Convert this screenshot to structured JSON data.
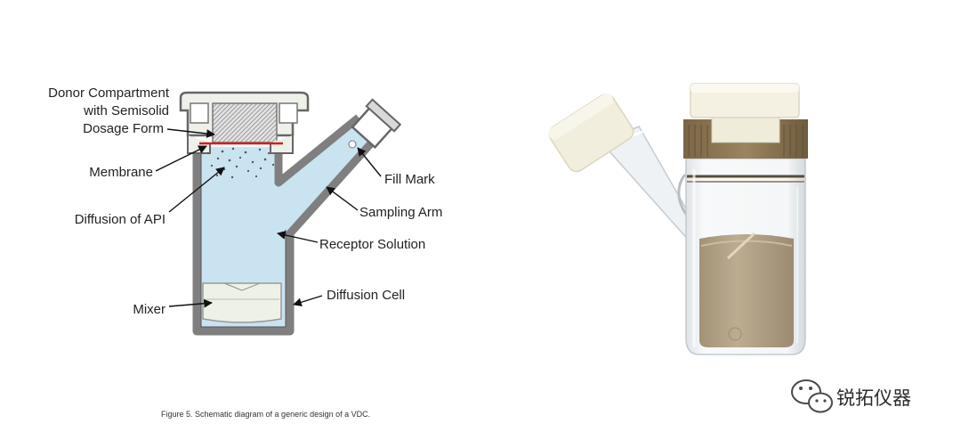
{
  "diagram": {
    "labels": {
      "donor_line1": "Donor Compartment",
      "donor_line2": "with Semisolid",
      "donor_line3": "Dosage Form",
      "membrane": "Membrane",
      "diffusion_api": "Diffusion of API",
      "fill_mark": "Fill Mark",
      "sampling_arm": "Sampling Arm",
      "receptor_solution": "Receptor Solution",
      "mixer": "Mixer",
      "diffusion_cell": "Diffusion Cell"
    },
    "caption": "Figure 5. Schematic diagram of a generic design of a VDC."
  },
  "watermark": {
    "text": "锐拓仪器",
    "icon": "wechat-icon"
  },
  "colors": {
    "receptor": "#c9e3f1",
    "outline": "#7f7f7f",
    "mixer": "#eef2e6",
    "membrane": "#d11f1f",
    "vial_cap": "#f2eedd",
    "collar": "#8c7552",
    "powder": "#b6a58a"
  }
}
